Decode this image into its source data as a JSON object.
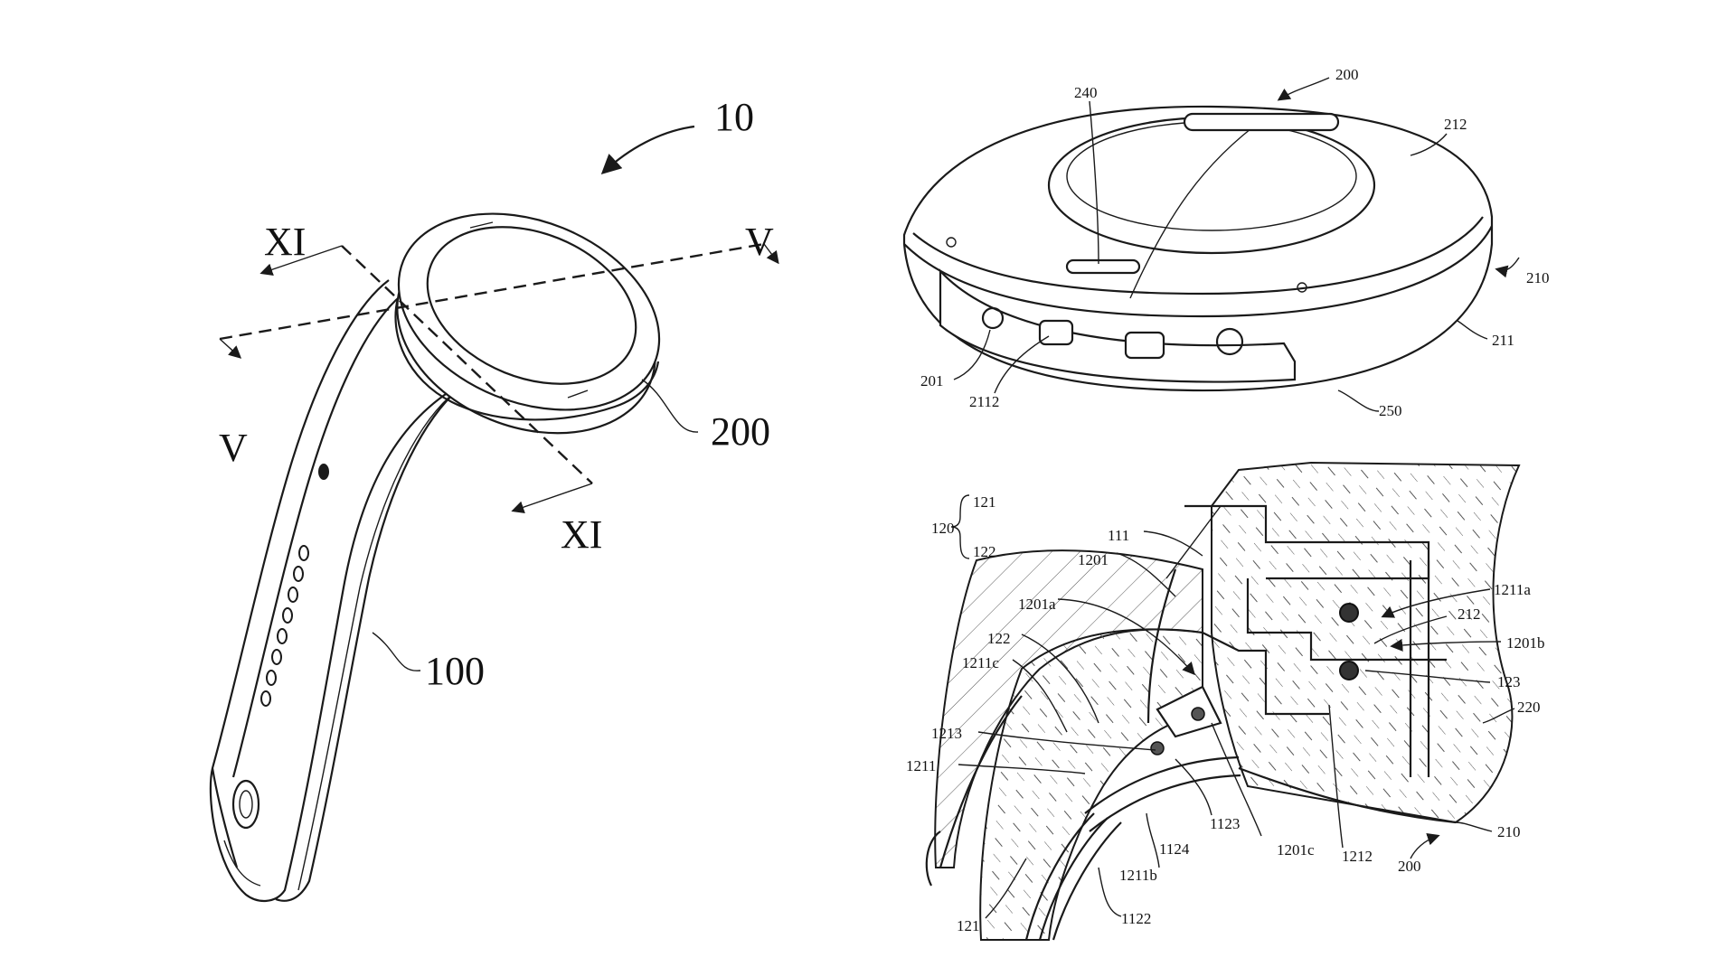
{
  "figure_a": {
    "labels": {
      "device": "10",
      "band": "100",
      "module": "200",
      "section_xi_top": "XI",
      "section_xi_bottom": "XI",
      "section_v_right": "V",
      "section_v_left": "V"
    }
  },
  "figure_b": {
    "labels": {
      "module": "200",
      "top_part": "240",
      "cover": "212",
      "shell": "210",
      "side": "211",
      "hole": "201",
      "port": "2112",
      "bottom": "250"
    }
  },
  "figure_c": {
    "labels": {
      "group": "120",
      "group_a": "121",
      "group_b": "122",
      "l111": "111",
      "l1201": "1201",
      "l1201a": "1201a",
      "l122": "122",
      "l1211c": "1211c",
      "l1213": "1213",
      "l1211": "1211",
      "l121": "121",
      "l1211a": "1211a",
      "l212": "212",
      "l1201b": "1201b",
      "l123": "123",
      "l220": "220",
      "l210": "210",
      "l200": "200",
      "l1212": "1212",
      "l1201c": "1201c",
      "l1123": "1123",
      "l1124": "1124",
      "l1211b": "1211b",
      "l1122": "1122"
    }
  }
}
